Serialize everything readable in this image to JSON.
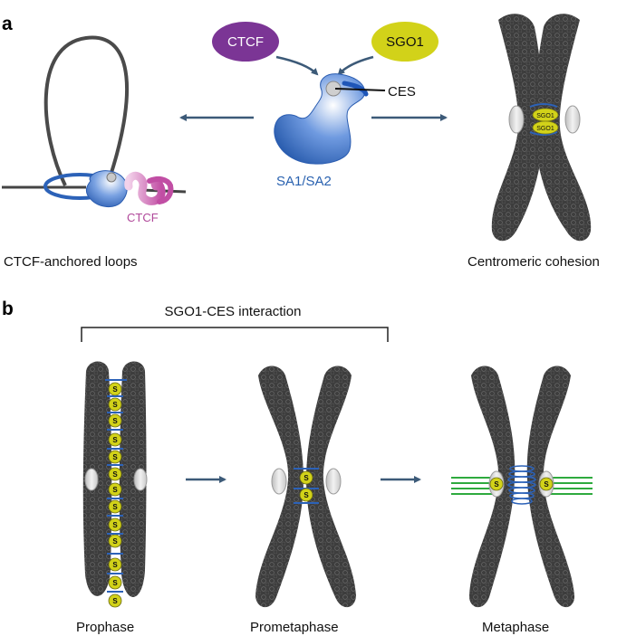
{
  "panels": {
    "a": {
      "letter": "a",
      "ctcf_oval": "CTCF",
      "sgo1_oval": "SGO1",
      "ces_label": "CES",
      "sa_label": "SA1/SA2",
      "ctcf_small": "CTCF",
      "left_caption": "CTCF-anchored loops",
      "right_caption": "Centromeric cohesion",
      "sgo_small_1": "SGO1",
      "sgo_small_2": "SGO1"
    },
    "b": {
      "letter": "b",
      "bracket_label": "SGO1-CES interaction",
      "stages": [
        "Prophase",
        "Prometaphase",
        "Metaphase"
      ],
      "s_letter": "S"
    }
  },
  "colors": {
    "chromosome": "#3d3d3d",
    "cohesin_blue": "#2c62b8",
    "ctcf_purple": "#7b3595",
    "sgo1_yellow": "#d2d219",
    "arrow": "#3c5a78",
    "microtubule_green": "#2eaa3e",
    "ctcf_pink": "#d46fb7"
  }
}
